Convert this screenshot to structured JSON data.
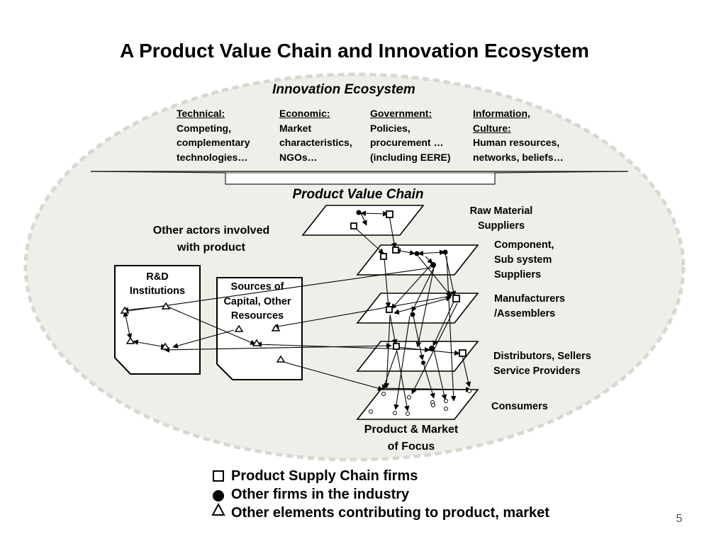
{
  "title": "A Product Value Chain and Innovation Ecosystem",
  "innovation_ecosystem": {
    "title": "Innovation Ecosystem",
    "categories": [
      {
        "heading": "Technical:",
        "lines": [
          "Competing,",
          "complementary",
          "technologies…"
        ]
      },
      {
        "heading": "Economic:",
        "lines": [
          "Market",
          "characteristics,",
          "NGOs…"
        ]
      },
      {
        "heading": "Government:",
        "lines": [
          "Policies,",
          "procurement …",
          "(including EERE)"
        ]
      },
      {
        "heading": "Information,",
        "heading2": "Culture:",
        "lines": [
          "Human resources,",
          "networks, beliefs…"
        ]
      }
    ]
  },
  "value_chain": {
    "title": "Product Value Chain",
    "other_actors_line1": "Other actors involved",
    "other_actors_line2": "with product",
    "rd_line1": "R&D",
    "rd_line2": "Institutions",
    "capital_line1": "Sources of",
    "capital_line2": "Capital, Other",
    "capital_line3": "Resources",
    "layers": [
      {
        "line1": "Raw Material",
        "line2": "Suppliers"
      },
      {
        "line1": "Component,",
        "line2": "Sub system",
        "line3": "Suppliers"
      },
      {
        "line1": "Manufacturers",
        "line2": "/Assemblers"
      },
      {
        "line1": "Distributors, Sellers",
        "line2": "Service Providers"
      },
      {
        "line1": "Consumers"
      }
    ],
    "focus_line1": "Product & Market",
    "focus_line2": "of Focus"
  },
  "legend": [
    {
      "symbol": "square",
      "label": "Product Supply Chain firms"
    },
    {
      "symbol": "circle",
      "label": "Other firms in the industry"
    },
    {
      "symbol": "triangle",
      "label": "Other elements contributing to product, market"
    }
  ],
  "page_number": "5"
}
